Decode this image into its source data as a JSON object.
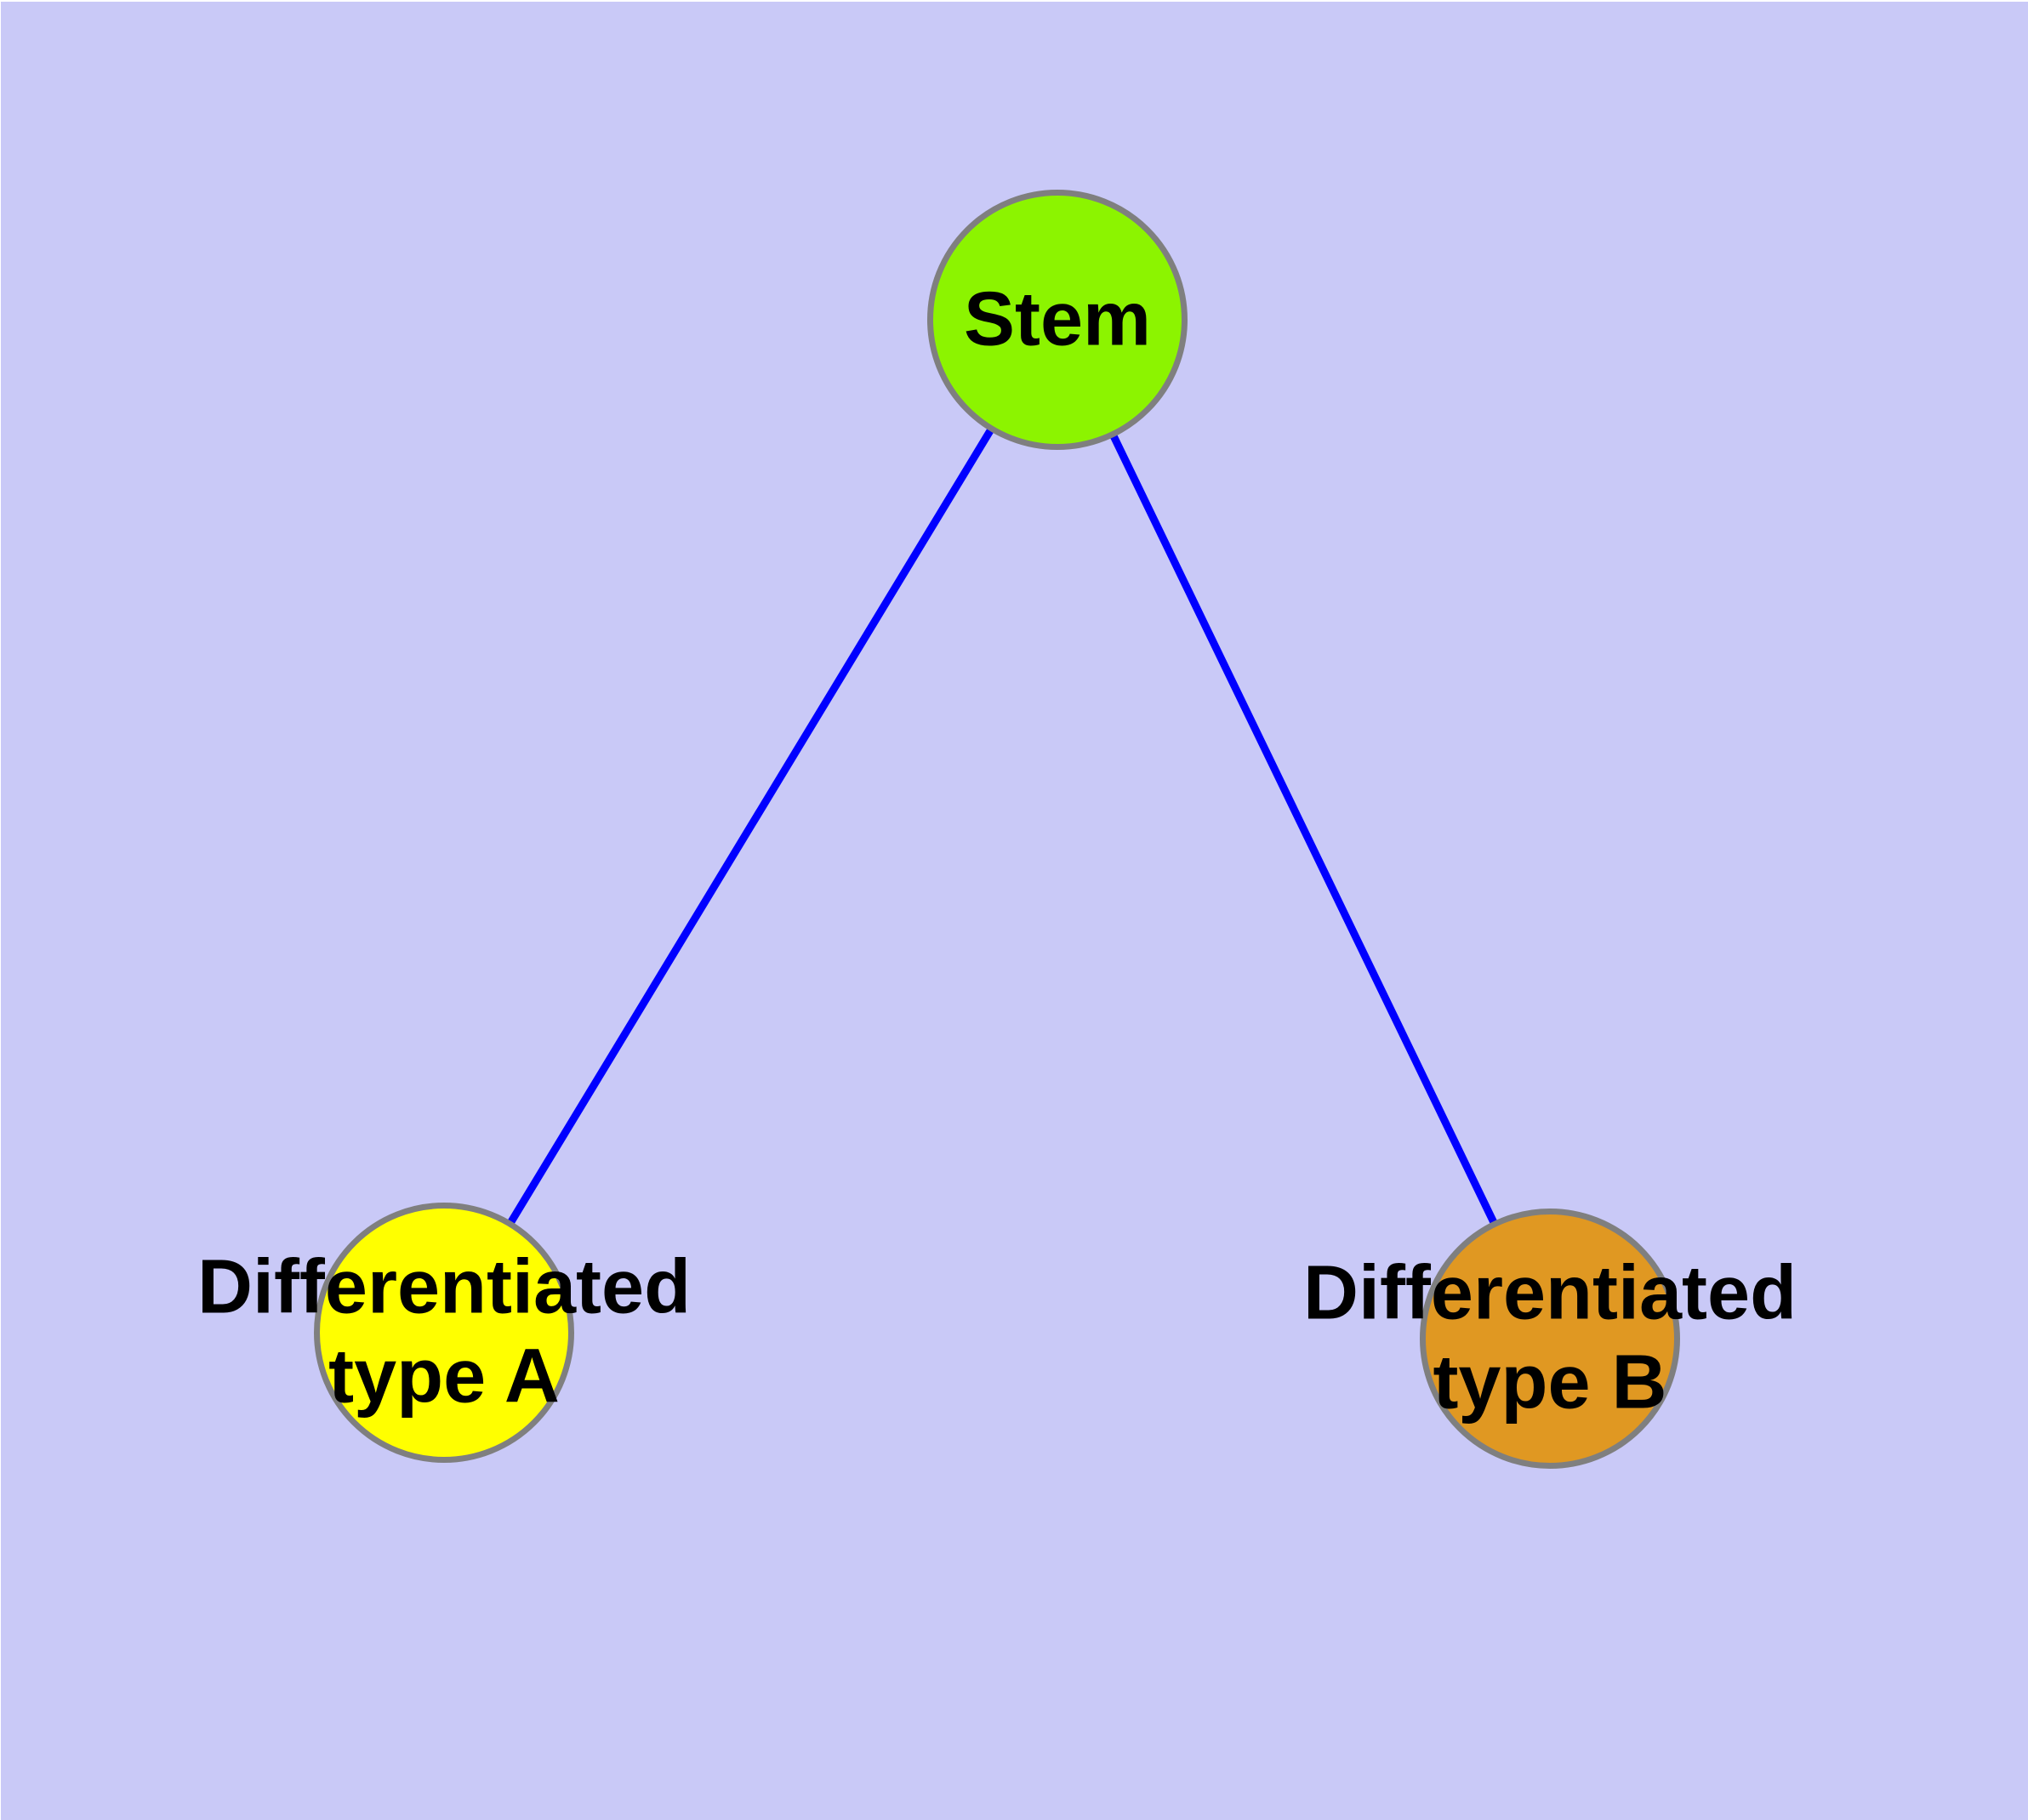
{
  "diagram": {
    "type": "graph",
    "background_color": "#C9C9F7",
    "edge_color": "#0000FF",
    "node_border_color": "#7F7F7F",
    "label_color": "#000000",
    "nodes": [
      {
        "id": "stem",
        "label": "Stem",
        "color": "#8CF400"
      },
      {
        "id": "differentiated-type-a",
        "label": "Differentiated\ntype A",
        "color": "#FFFF00"
      },
      {
        "id": "differentiated-type-b",
        "label": "Differentiated\ntype B",
        "color": "#E09822"
      }
    ],
    "edges": [
      {
        "from": "Stem",
        "to": "Differentiated type A"
      },
      {
        "from": "Stem",
        "to": "Differentiated type B"
      }
    ]
  }
}
